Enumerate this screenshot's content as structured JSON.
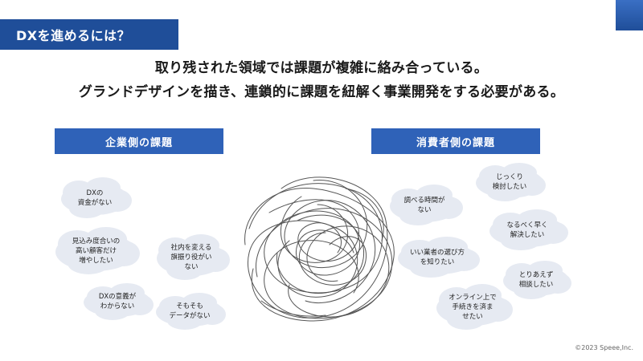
{
  "slide": {
    "title": "DXを進めるには？",
    "headline_line1": "取り残された領域では課題が複雑に絡み合っている。",
    "headline_line2": "グランドデザインを描き、連鎖的に課題を紐解く事業開発をする必要がある。",
    "copyright": "©2023 Speee,Inc."
  },
  "left_section": {
    "header": "企業側の課題",
    "clouds": [
      "DXの\n資金がない",
      "見込み度合いの\n高い顧客だけ\n増やしたい",
      "DXの意義が\nわからない",
      "社内を変える\n旗振り役がい\nない",
      "そもそも\nデータがない"
    ]
  },
  "right_section": {
    "header": "消費者側の課題",
    "clouds": [
      "じっくり\n検討したい",
      "調べる時間が\nない",
      "なるべく早く\n解決したい",
      "いい業者の選び方\nを知りたい",
      "とりあえず\n相談したい",
      "オンライン上で\n手続きを済ま\nせたい"
    ]
  },
  "colors": {
    "title_bar": "#1f4e99",
    "section_header": "#2f62b8",
    "cloud_fill": "#e6eaf2",
    "tangle_stroke": "#555555"
  }
}
